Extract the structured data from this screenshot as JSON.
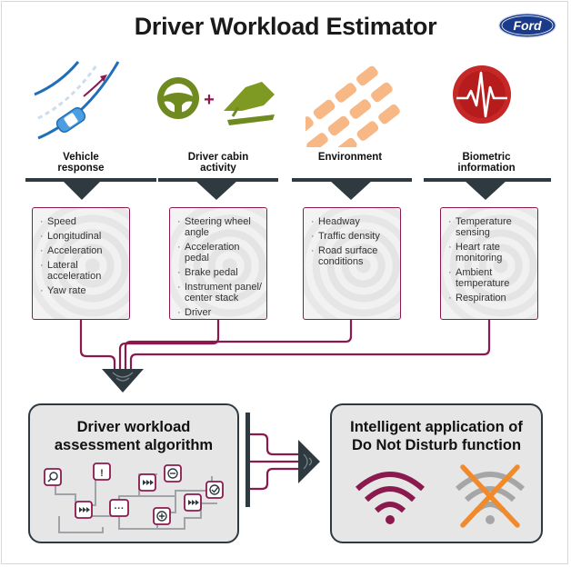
{
  "title": "Driver Workload Estimator",
  "logo": {
    "text": "Ford",
    "color": "#1a3a8a"
  },
  "colors": {
    "accent": "#8a1a4e",
    "dark": "#2f3a40",
    "orange": "#f08a2a",
    "panel": "#e6e6e6"
  },
  "categories": [
    {
      "title_line1": "Vehicle",
      "title_line2": "response",
      "icon": "car-on-road-icon",
      "items": [
        "Speed",
        "Longitudinal",
        "Acceleration",
        "Lateral acceleration",
        "Yaw rate"
      ]
    },
    {
      "title_line1": "Driver cabin",
      "title_line2": "activity",
      "icon": "steering-wheel-plus-pedal-icon",
      "items": [
        "Steering wheel angle",
        "Acceleration pedal",
        "Brake pedal",
        "Instrument panel/ center stack",
        "Driver"
      ]
    },
    {
      "title_line1": "Environment",
      "title_line2": "",
      "icon": "traffic-cars-icon",
      "items": [
        "Headway",
        "Traffic density",
        "Road surface conditions"
      ]
    },
    {
      "title_line1": "Biometric",
      "title_line2": "information",
      "icon": "heart-rate-icon",
      "items": [
        "Temperature sensing",
        "Heart rate monitoring",
        "Ambient temperature",
        "Respiration"
      ]
    }
  ],
  "algorithm_panel": {
    "title_line1": "Driver workload",
    "title_line2": "assessment algorithm",
    "node_icons": [
      "search-icon",
      "fast-forward-icon",
      "alert-icon",
      "ellipsis-icon",
      "fast-forward-icon",
      "minus-icon",
      "plus-icon",
      "fast-forward-icon",
      "check-icon"
    ],
    "node_labels": {
      "alert": "!",
      "ellipsis": "···"
    }
  },
  "dnd_panel": {
    "title_line1": "Intelligent application of",
    "title_line2": "Do Not Disturb function",
    "icons": [
      "wifi-on-icon",
      "wifi-off-crossed-icon"
    ]
  }
}
